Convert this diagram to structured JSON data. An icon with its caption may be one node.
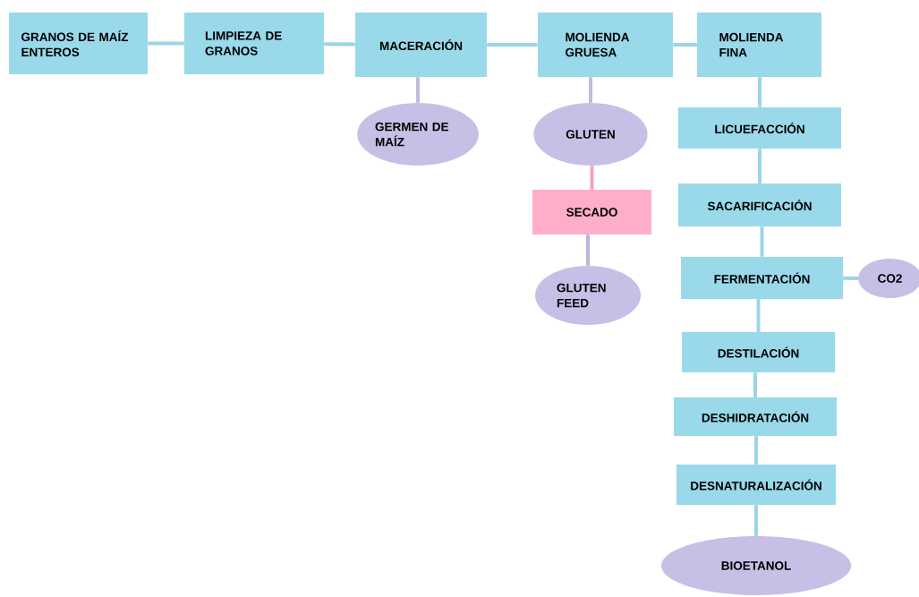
{
  "diagram": {
    "nodes": [
      {
        "text": [
          "GRANOS DE MAÍZ ENTEROS"
        ]
      },
      {
        "text": [
          "LIMPIEZA DE GRANOS"
        ]
      },
      {
        "text": [
          "MACERACIÓN"
        ]
      },
      {
        "text": [
          "MOLIENDA GRUESA"
        ]
      },
      {
        "text": [
          "MOLIENDA FINA"
        ]
      },
      {
        "text": [
          "GERMEN DE MAÍZ"
        ]
      },
      {
        "text": [
          "GLUTEN"
        ]
      },
      {
        "text": [
          "SECADO"
        ]
      },
      {
        "text": [
          "GLUTEN FEED"
        ]
      },
      {
        "text": [
          "LICUEFACCIÓN"
        ]
      },
      {
        "text": [
          "SACARIFICACIÓN"
        ]
      },
      {
        "text": [
          "FERMENTACIÓN"
        ]
      },
      {
        "text": [
          "CO2"
        ]
      },
      {
        "text": [
          "DESTILACIÓN"
        ]
      },
      {
        "text": [
          "DESHIDRATACIÓN"
        ]
      },
      {
        "text": [
          "DESNATURALIZACIÓN"
        ]
      },
      {
        "text": [
          "BIOETANOL"
        ]
      }
    ],
    "edges": [
      {
        "from": 0,
        "to": 1,
        "arrow": "none"
      },
      {
        "from": 1,
        "to": 2,
        "arrow": "none"
      },
      {
        "from": 2,
        "to": 3,
        "arrow": "none"
      },
      {
        "from": 3,
        "to": 4,
        "arrow": "none"
      },
      {
        "from": 2,
        "to": 5,
        "arrow": "none",
        "color": "#c3b9df"
      },
      {
        "from": 3,
        "to": 6,
        "arrow": "none",
        "color": "#c3b9df"
      },
      {
        "from": 6,
        "to": 7,
        "arrow": "none",
        "color": "#f5a3bf"
      },
      {
        "from": 7,
        "to": 8,
        "arrow": "none",
        "color": "#bdb5d6"
      },
      {
        "from": 4,
        "to": 9,
        "arrow": "none"
      },
      {
        "from": 9,
        "to": 10,
        "arrow": "none"
      },
      {
        "from": 10,
        "to": 11,
        "arrow": "none"
      },
      {
        "from": 11,
        "to": 12,
        "arrow": "none"
      },
      {
        "from": 11,
        "to": 13,
        "arrow": "none"
      },
      {
        "from": 13,
        "to": 14,
        "arrow": "none"
      },
      {
        "from": 14,
        "to": 15,
        "arrow": "none"
      },
      {
        "from": 15,
        "to": 16,
        "arrow": "none"
      }
    ]
  }
}
